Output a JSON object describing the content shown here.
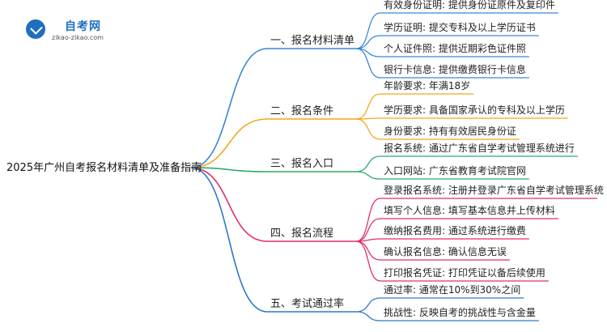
{
  "logo": {
    "name": "自考网",
    "url": "zikao-zikao.com"
  },
  "root": "2025年广州自考报名材料清单及准备指南",
  "branches": [
    {
      "label": "一、报名材料清单",
      "color": "#3a86d8",
      "leaves": [
        "有效身份证明: 提供身份证原件及复印件",
        "学历证明: 提交专科及以上学历证书",
        "个人证件照: 提供近期彩色证件照",
        "银行卡信息: 提供缴费银行卡信息"
      ]
    },
    {
      "label": "二、报名条件",
      "color": "#f0a81c",
      "leaves": [
        "年龄要求: 年满18岁",
        "学历要求: 具备国家承认的专科及以上学历",
        "身份要求: 持有有效居民身份证"
      ]
    },
    {
      "label": "三、报名入口",
      "color": "#2aab6c",
      "leaves": [
        "报名系统: 通过广东省自学考试管理系统进行",
        "入口网站: 广东省教育考试院官网"
      ]
    },
    {
      "label": "四、报名流程",
      "color": "#e02e6e",
      "leaves": [
        "登录报名系统: 注册并登录广东省自学考试管理系统",
        "填写个人信息: 填写基本信息并上传材料",
        "缴纳报名费用: 通过系统进行缴费",
        "确认报名信息: 确认信息无误",
        "打印报名凭证: 打印凭证以备后续使用"
      ]
    },
    {
      "label": "五、考试通过率",
      "color": "#2c78c8",
      "leaves": [
        "通过率: 通常在10%到30%之间",
        "挑战性: 反映自考的挑战性与含金量"
      ]
    }
  ]
}
